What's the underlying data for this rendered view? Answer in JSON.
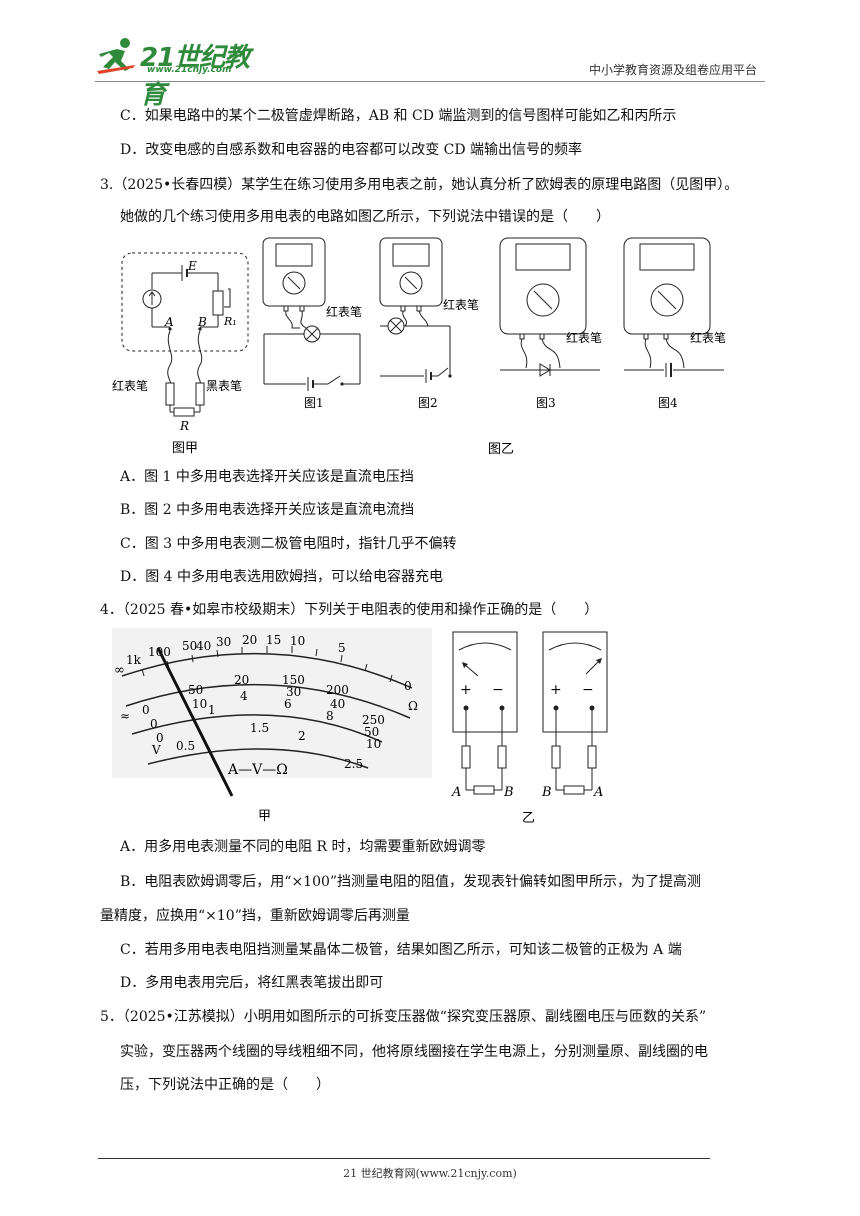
{
  "header": {
    "logo_text": "21世纪教育",
    "logo_url": "www.21cnjy.com",
    "right_text": "中小学教育资源及组卷应用平台"
  },
  "content": {
    "c_prev": "C．如果电路中的某个二极管虚焊断路，AB 和 CD 端监测到的信号图样可能如乙和丙所示",
    "d_prev": "D．改变电感的自感系数和电容器的电容都可以改变 CD 端输出信号的频率",
    "q3_line1": "3.（2025•长春四模）某学生在练习使用多用电表之前，她认真分析了欧姆表的原理电路图（见图甲）。",
    "q3_line2": "她做的几个练习使用多用电表的电路如图乙所示，下列说法中错误的是（　　）",
    "q3_fig": {
      "E": "E",
      "R1": "R₁",
      "A": "A",
      "B": "B",
      "R": "R",
      "red_pen": "红表笔",
      "black_pen": "黑表笔",
      "fig_jia": "图甲",
      "fig_yi": "图乙",
      "fig1": "图1",
      "fig2": "图2",
      "fig3": "图3",
      "fig4": "图4"
    },
    "q3_a": "A．图 1 中多用电表选择开关应该是直流电压挡",
    "q3_b": "B．图 2 中多用电表选择开关应该是直流电流挡",
    "q3_c": "C．图 3 中多用电表测二极管电阻时，指针几乎不偏转",
    "q3_d": "D．图 4 中多用电表选用欧姆挡，可以给电容器充电",
    "q4_line1": "4．（2025 春•如皋市校级期末）下列关于电阻表的使用和操作正确的是（　　）",
    "q4_fig": {
      "scale_top": [
        "∞",
        "1k",
        "100",
        "50",
        "40",
        "30",
        "20",
        "15",
        "10",
        "5",
        "0"
      ],
      "ohm": "Ω",
      "mid_labels": [
        "50",
        "20",
        "150",
        "200",
        "250"
      ],
      "mid2_labels": [
        "10",
        "4",
        "30",
        "6",
        "40",
        "8",
        "50",
        "10"
      ],
      "low_labels": [
        "0.5",
        "1",
        "1.5",
        "2",
        "2.5"
      ],
      "left_marks": [
        "≈",
        "V"
      ],
      "avo": "A—V—Ω",
      "fig_jia": "甲",
      "fig_yi": "乙",
      "A": "A",
      "B": "B",
      "plus": "+",
      "minus": "−"
    },
    "q4_a": "A．用多用电表测量不同的电阻 R 时，均需要重新欧姆调零",
    "q4_b1": "B．电阻表欧姆调零后，用“×100”挡测量电阻的阻值，发现表针偏转如图甲所示，为了提高测",
    "q4_b2": "量精度，应换用“×10”挡，重新欧姆调零后再测量",
    "q4_c": "C．若用多用电表电阻挡测量某晶体二极管，结果如图乙所示，可知该二极管的正极为 A 端",
    "q4_d": "D．多用电表用完后，将红黑表笔拔出即可",
    "q5_line1": "5．（2025•江苏模拟）小明用如图所示的可拆变压器做“探究变压器原、副线圈电压与匝数的关系”",
    "q5_line2": "实验，变压器两个线圈的导线粗细不同，他将原线圈接在学生电源上，分别测量原、副线圈的电",
    "q5_line3": "压，下列说法中正确的是（　　）"
  },
  "footer": {
    "text": "21 世纪教育网(www.21cnjy.com)"
  }
}
